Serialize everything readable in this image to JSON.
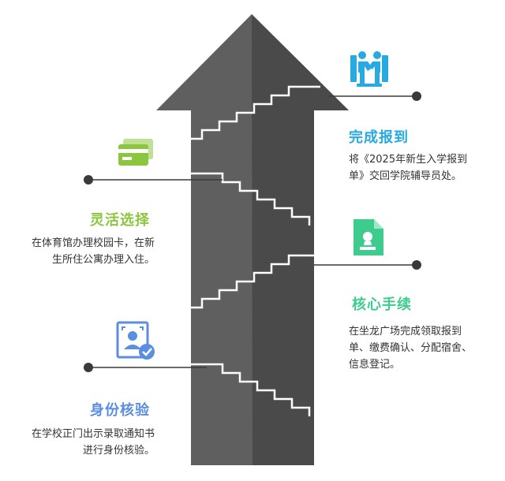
{
  "colors": {
    "arrow_light": "#5f5f5f",
    "arrow_dark": "#4a4a4a",
    "stairs": "#ffffff",
    "connector": "#3a3a3a",
    "step1": "#5b8de0",
    "step2": "#8cc63f",
    "step3": "#3dcc8e",
    "step4": "#27a9e1"
  },
  "steps": [
    {
      "id": "verify",
      "title": "身份核验",
      "desc_lines": [
        "在学校正门出示录取通知书",
        "进行身份核验。"
      ],
      "icon": "id-verify-icon"
    },
    {
      "id": "choose",
      "title": "灵活选择",
      "desc_lines": [
        "在体育馆办理校园卡，在新",
        "生所住公寓办理入住。"
      ],
      "icon": "card-icon"
    },
    {
      "id": "core",
      "title": "核心手续",
      "desc_lines": [
        "在坐龙广场完成领取报到",
        "单、缴费确认、分配宿舍、",
        "信息登记。"
      ],
      "icon": "document-stamp-icon"
    },
    {
      "id": "finish",
      "title": "完成报到",
      "desc_lines": [
        "将《2025年新生入学报到",
        "单》交回学院辅导员处。"
      ],
      "icon": "handshake-icon"
    }
  ]
}
